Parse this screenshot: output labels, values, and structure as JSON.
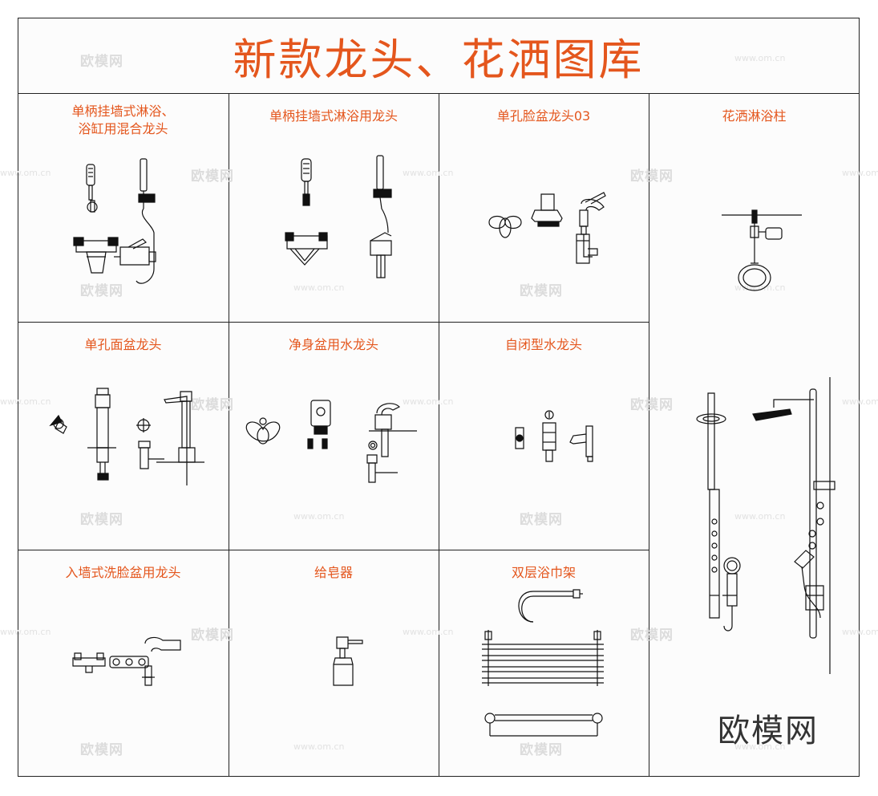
{
  "title": "新款龙头、花洒图库",
  "cells": [
    {
      "id": "c1",
      "label": "单柄挂墙式淋浴、\n浴缸用混合龙头"
    },
    {
      "id": "c2",
      "label": "单柄挂墙式淋浴用龙头"
    },
    {
      "id": "c3",
      "label": "单孔脸盆龙头03"
    },
    {
      "id": "c4",
      "label": "花洒淋浴柱"
    },
    {
      "id": "c5",
      "label": "单孔面盆龙头"
    },
    {
      "id": "c6",
      "label": "净身盆用水龙头"
    },
    {
      "id": "c7",
      "label": "自闭型水龙头"
    },
    {
      "id": "c8",
      "label": "入墙式洗脸盆用龙头"
    },
    {
      "id": "c9",
      "label": "给皂器"
    },
    {
      "id": "c10",
      "label": "双层浴巾架"
    }
  ],
  "watermark": {
    "text": "欧模网",
    "url": "www.om.cn"
  },
  "logo": "欧模网"
}
